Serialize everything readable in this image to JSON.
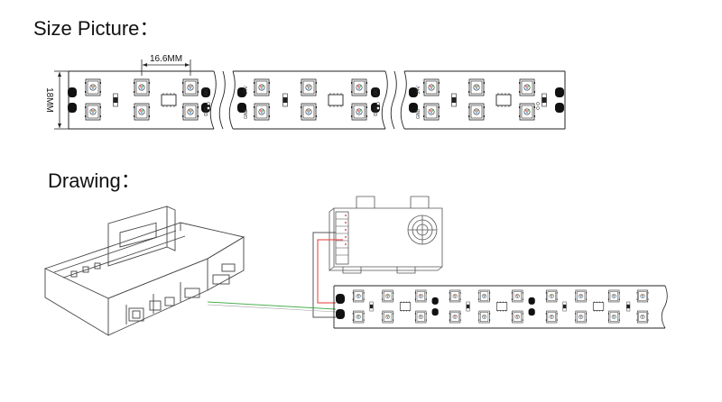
{
  "headings": {
    "size_picture": "Size Picture：",
    "drawing": "Drawing："
  },
  "dimensions": {
    "pitch": "16.6MM",
    "width": "18MM"
  },
  "strip_labels": {
    "vcc": "24V",
    "gnd": "GND"
  },
  "colors": {
    "strip_outline": "#222222",
    "signal_wire": "#4caf50",
    "power_wire": "#e53935",
    "ground_wire": "#555555"
  }
}
